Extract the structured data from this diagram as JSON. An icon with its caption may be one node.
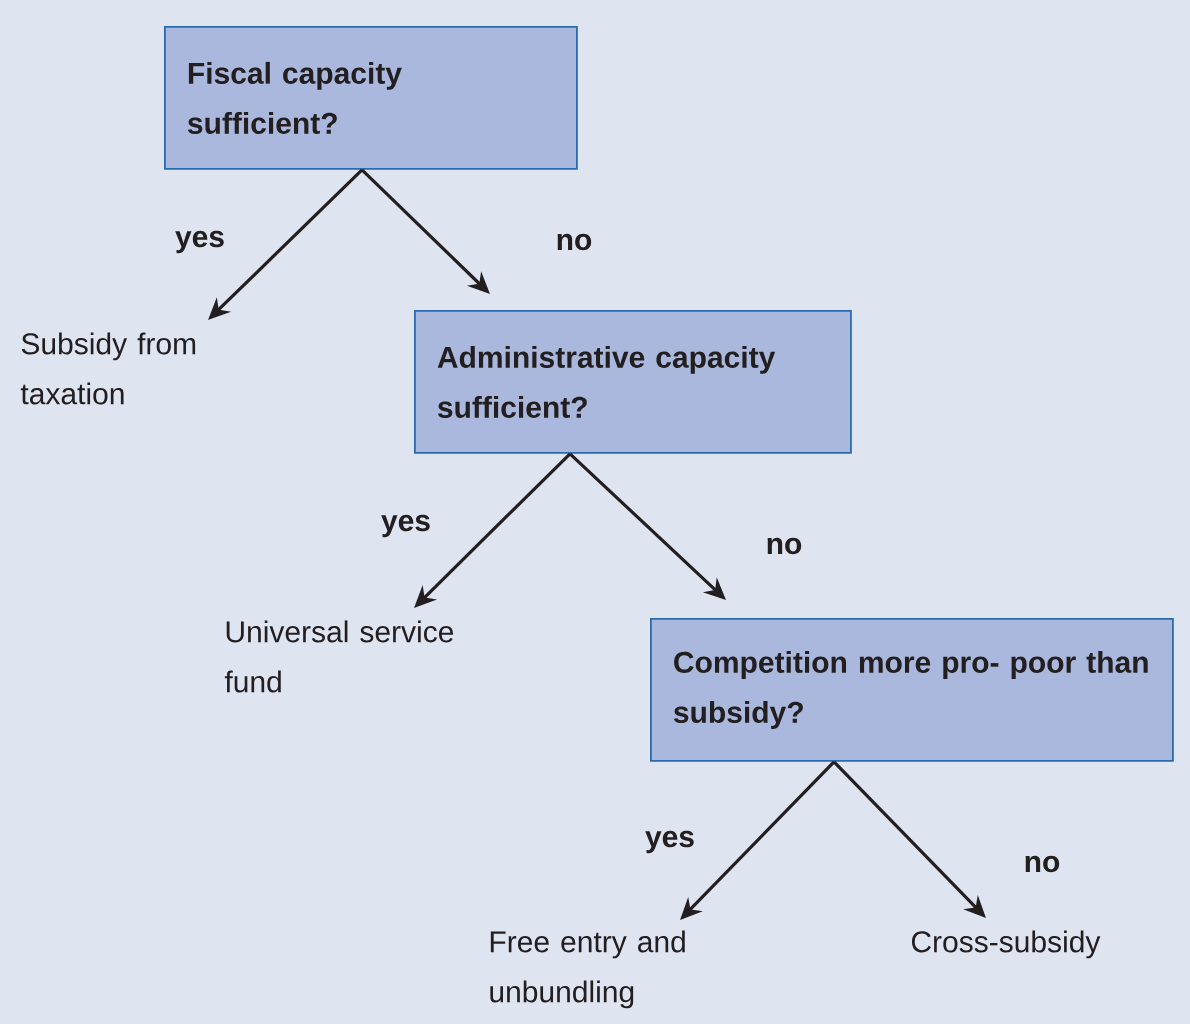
{
  "diagram": {
    "nodes": [
      {
        "text": [
          "Fiscal capacity sufficient?"
        ]
      },
      {
        "text": [
          "Subsidy from taxation"
        ]
      },
      {
        "text": [
          "Administrative capacity sufficient?"
        ]
      },
      {
        "text": [
          "Universal service fund"
        ]
      },
      {
        "text": [
          "Competition more pro- poor than subsidy?"
        ]
      },
      {
        "text": [
          "Free entry and unbundling"
        ]
      },
      {
        "text": [
          "Cross-subsidy"
        ]
      }
    ],
    "edges": [
      {
        "from": 0,
        "to": 1,
        "arrow": "to",
        "label": "yes"
      },
      {
        "from": 0,
        "to": 2,
        "arrow": "to",
        "label": "no"
      },
      {
        "from": 2,
        "to": 3,
        "arrow": "to",
        "label": "yes"
      },
      {
        "from": 2,
        "to": 4,
        "arrow": "to",
        "label": "no"
      },
      {
        "from": 4,
        "to": 5,
        "arrow": "to",
        "label": "yes"
      },
      {
        "from": 4,
        "to": 6,
        "arrow": "to",
        "label": "no"
      }
    ]
  }
}
